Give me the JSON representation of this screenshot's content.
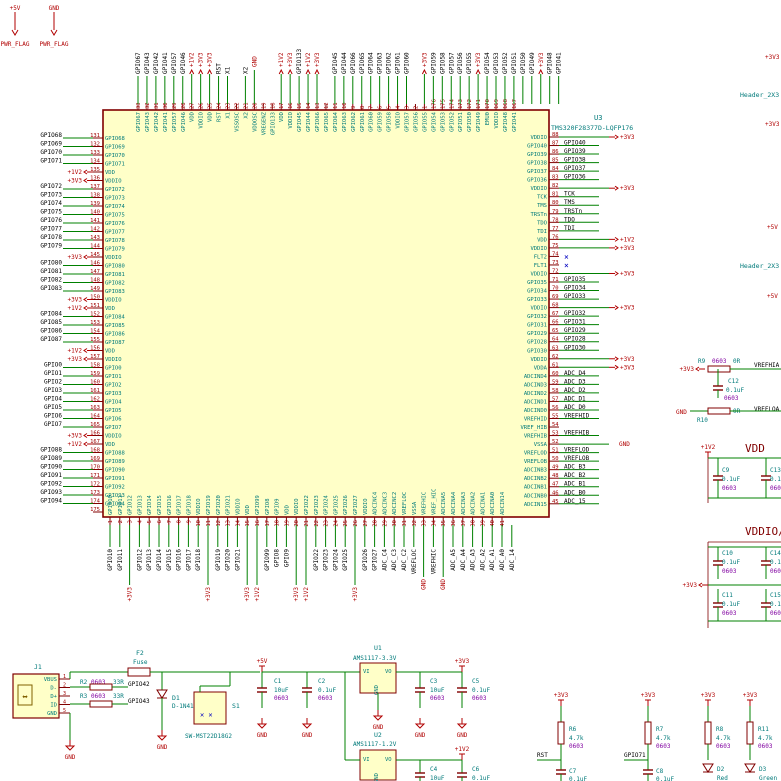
{
  "colors": {
    "wire": "#008000",
    "body_fill": "#ffffc8",
    "body_stroke": "#800000",
    "pin_num": "#a00000",
    "pin_name": "#007a7a",
    "net_label": "#000000",
    "power": "#b00000",
    "ref": "#007a7a",
    "value": "#007a7a",
    "footprint": "#8000a0"
  },
  "power_flags": [
    {
      "net": "+5V",
      "label": "PWR_FLAG"
    },
    {
      "net": "GND",
      "label": "PWR_FLAG"
    }
  ],
  "u3": {
    "ref": "U3",
    "value": "TMS320F28377D-LQFP176",
    "left_pins": [
      [
        "131",
        "GPIO68",
        "GPIO68"
      ],
      [
        "132",
        "GPIO69",
        "GPIO69"
      ],
      [
        "133",
        "GPIO70",
        "GPIO70"
      ],
      [
        "134",
        "GPIO71",
        "GPIO71"
      ],
      [
        "135",
        "VDD",
        "+1V2"
      ],
      [
        "136",
        "VDDIO",
        "+3V3"
      ],
      [
        "137",
        "GPIO72",
        "GPIO72"
      ],
      [
        "138",
        "GPIO73",
        "GPIO73"
      ],
      [
        "139",
        "GPIO74",
        "GPIO74"
      ],
      [
        "140",
        "GPIO75",
        "GPIO75"
      ],
      [
        "141",
        "GPIO76",
        "GPIO76"
      ],
      [
        "142",
        "GPIO77",
        "GPIO77"
      ],
      [
        "143",
        "GPIO78",
        "GPIO78"
      ],
      [
        "144",
        "GPIO79",
        "GPIO79"
      ],
      [
        "145",
        "VDDIO",
        "+3V3"
      ],
      [
        "146",
        "GPIO80",
        "GPIO80"
      ],
      [
        "147",
        "GPIO81",
        "GPIO81"
      ],
      [
        "148",
        "GPIO82",
        "GPIO82"
      ],
      [
        "149",
        "GPIO83",
        "GPIO83"
      ],
      [
        "150",
        "VDDIO",
        "+3V3"
      ],
      [
        "151",
        "VDD",
        "+1V2"
      ],
      [
        "152",
        "GPIO84",
        "GPIO84"
      ],
      [
        "153",
        "GPIO85",
        "GPIO85"
      ],
      [
        "154",
        "GPIO86",
        "GPIO86"
      ],
      [
        "155",
        "GPIO87",
        "GPIO87"
      ],
      [
        "156",
        "VDD",
        "+1V2"
      ],
      [
        "157",
        "VDDIO",
        "+3V3"
      ],
      [
        "158",
        "GPIO0",
        "GPIO0"
      ],
      [
        "159",
        "GPIO1",
        "GPIO1"
      ],
      [
        "160",
        "GPIO2",
        "GPIO2"
      ],
      [
        "161",
        "GPIO3",
        "GPIO3"
      ],
      [
        "162",
        "GPIO4",
        "GPIO4"
      ],
      [
        "163",
        "GPIO5",
        "GPIO5"
      ],
      [
        "164",
        "GPIO6",
        "GPIO6"
      ],
      [
        "165",
        "GPIO7",
        "GPIO7"
      ],
      [
        "166",
        "VDDIO",
        "+3V3"
      ],
      [
        "167",
        "VDD",
        "+1V2"
      ],
      [
        "168",
        "GPIO88",
        "GPIO88"
      ],
      [
        "169",
        "GPIO89",
        "GPIO89"
      ],
      [
        "170",
        "GPIO90",
        "GPIO90"
      ],
      [
        "171",
        "GPIO91",
        "GPIO91"
      ],
      [
        "172",
        "GPIO92",
        "GPIO92"
      ],
      [
        "173",
        "GPIO93",
        "GPIO93"
      ],
      [
        "174",
        "GPIO94",
        "GPIO94"
      ],
      [
        "175",
        "",
        ""
      ],
      [
        "176",
        "VSS",
        "GND"
      ]
    ],
    "top_pins": [
      [
        "33",
        "GPIO67"
      ],
      [
        "32",
        "GPIO43"
      ],
      [
        "31",
        "GPIO42"
      ],
      [
        "30",
        "GPIO41"
      ],
      [
        "29",
        "GPIO57"
      ],
      [
        "28",
        "GPIO46"
      ],
      [
        "27",
        "VDD"
      ],
      [
        "26",
        "VDDIO"
      ],
      [
        "25",
        "VDD"
      ],
      [
        "24",
        "RST"
      ],
      [
        "23",
        "X1"
      ],
      [
        "22",
        "VSSOSC"
      ],
      [
        "21",
        "X2"
      ],
      [
        "20",
        "VDDOSC"
      ],
      [
        "19",
        "VREGENZ"
      ],
      [
        "18",
        "GPIO133"
      ],
      [
        "17",
        "VDD"
      ],
      [
        "16",
        "VDDIO"
      ],
      [
        "15",
        "GPIO45"
      ],
      [
        "14",
        "GPIO44"
      ],
      [
        "13",
        "GPIO66"
      ],
      [
        "12",
        "GPIO65"
      ],
      [
        "11",
        "GPIO64"
      ],
      [
        "10",
        "GPIO63"
      ],
      [
        "9",
        "GPIO62"
      ],
      [
        "8",
        "GPIO61"
      ],
      [
        "7",
        "GPIO60"
      ],
      [
        "6",
        "GPIO59"
      ],
      [
        "5",
        "GPIO58"
      ],
      [
        "4",
        "VDDIO"
      ],
      [
        "3",
        "GPIO57"
      ],
      [
        "2",
        "GPIO56"
      ],
      [
        "1",
        "GPIO55"
      ],
      [
        "176",
        "GPIO54"
      ],
      [
        "175",
        "GPIO53"
      ],
      [
        "174",
        "GPIO52"
      ],
      [
        "173",
        "GPIO51"
      ],
      [
        "172",
        "GPIO50"
      ],
      [
        "171",
        "GPIO49"
      ],
      [
        "170",
        "EMU0"
      ],
      [
        "169",
        "VDDIO"
      ],
      [
        "168",
        "GPIO48"
      ],
      [
        "167",
        "GPIO41"
      ]
    ],
    "top_nets": [
      [
        "GPIO67",
        0
      ],
      [
        "GPIO43",
        1
      ],
      [
        "GPIO42",
        2
      ],
      [
        "GPIO41",
        3
      ],
      [
        "GPIO57",
        4
      ],
      [
        "GPIO46",
        5
      ],
      [
        "+1V2",
        6
      ],
      [
        "+3V3",
        7
      ],
      [
        "+3V3",
        8
      ],
      [
        "RST",
        9
      ],
      [
        "X1",
        10
      ],
      [
        "X2",
        12
      ],
      [
        "GND",
        13
      ],
      [
        "+1V2",
        16
      ],
      [
        "+3V3",
        17
      ],
      [
        "GPIO133",
        18
      ],
      [
        "+1V2",
        19
      ],
      [
        "+3V3",
        20
      ],
      [
        "GPIO45",
        22
      ],
      [
        "GPIO44",
        23
      ],
      [
        "GPIO66",
        24
      ],
      [
        "GPIO65",
        25
      ],
      [
        "GPIO64",
        26
      ],
      [
        "GPIO63",
        27
      ],
      [
        "GPIO62",
        28
      ],
      [
        "GPIO61",
        29
      ],
      [
        "GPIO60",
        30
      ],
      [
        "+3V3",
        32
      ],
      [
        "GPIO59",
        33
      ],
      [
        "GPIO58",
        34
      ],
      [
        "GPIO57",
        35
      ],
      [
        "GPIO56",
        36
      ],
      [
        "GPIO55",
        37
      ],
      [
        "+3V3",
        38
      ],
      [
        "GPIO54",
        39
      ],
      [
        "GPIO53",
        40
      ],
      [
        "GPIO52",
        41
      ],
      [
        "GPIO51",
        42
      ],
      [
        "GPIO50",
        43
      ],
      [
        "GPIO49",
        44
      ],
      [
        "+3V3",
        45
      ],
      [
        "GPIO48",
        46
      ],
      [
        "GPIO41",
        47
      ]
    ],
    "right_pins": [
      [
        "88",
        "VDDIO",
        "+3V3"
      ],
      [
        "87",
        "GPIO40",
        "GPIO40"
      ],
      [
        "86",
        "GPIO39",
        "GPIO39"
      ],
      [
        "85",
        "GPIO38",
        "GPIO38"
      ],
      [
        "84",
        "GPIO37",
        "GPIO37"
      ],
      [
        "83",
        "GPIO36",
        "GPIO36"
      ],
      [
        "82",
        "VDDIO",
        "+3V3"
      ],
      [
        "81",
        "TCK",
        "TCK"
      ],
      [
        "80",
        "TMS",
        "TMS"
      ],
      [
        "79",
        "TRSTn",
        "TRSTn"
      ],
      [
        "78",
        "TDO",
        "TDO"
      ],
      [
        "77",
        "TDI",
        "TDI"
      ],
      [
        "76",
        "VDD",
        "+1V2"
      ],
      [
        "75",
        "VDDIO",
        "+3V3"
      ],
      [
        "74",
        "FLT2",
        ""
      ],
      [
        "73",
        "FLT1",
        ""
      ],
      [
        "72",
        "VDDIO",
        "+3V3"
      ],
      [
        "71",
        "GPIO35",
        "GPIO35"
      ],
      [
        "70",
        "GPIO34",
        "GPIO34"
      ],
      [
        "69",
        "GPIO33",
        "GPIO33"
      ],
      [
        "68",
        "VDDIO",
        "+3V3"
      ],
      [
        "67",
        "GPIO32",
        "GPIO32"
      ],
      [
        "66",
        "GPIO31",
        "GPIO31"
      ],
      [
        "65",
        "GPIO29",
        "GPIO29"
      ],
      [
        "64",
        "GPIO28",
        "GPIO28"
      ],
      [
        "63",
        "GPIO30",
        "GPIO30"
      ],
      [
        "62",
        "VDDIO",
        "+3V3"
      ],
      [
        "61",
        "VDDA",
        "+3V3"
      ],
      [
        "60",
        "ADCIND4",
        "ADC_D4"
      ],
      [
        "59",
        "ADCIND3",
        "ADC_D3"
      ],
      [
        "58",
        "ADCIND2",
        "ADC_D2"
      ],
      [
        "57",
        "ADCIND1",
        "ADC_D1"
      ],
      [
        "56",
        "ADCIND0",
        "ADC_D0"
      ],
      [
        "55",
        "VREFHID",
        "VREFHID"
      ],
      [
        "54",
        "VREF_HIB",
        ""
      ],
      [
        "53",
        "VREFHIB",
        "VREFHIB"
      ],
      [
        "52",
        "VSSA",
        "GND"
      ],
      [
        "51",
        "VREFLOD",
        "VREFLOD"
      ],
      [
        "50",
        "VREFLOB",
        "VREFLOB"
      ],
      [
        "49",
        "ADCINB3",
        "ADC_B3"
      ],
      [
        "48",
        "ADCINB2",
        "ADC_B2"
      ],
      [
        "47",
        "ADCINB1",
        "ADC_B1"
      ],
      [
        "46",
        "ADCINB0",
        "ADC_B0"
      ],
      [
        "45",
        "ADCIN15",
        "ADC_15"
      ]
    ],
    "bottom_pins": [
      [
        "1",
        "GPIO10"
      ],
      [
        "2",
        "GPIO11"
      ],
      [
        "3",
        "GPIO12"
      ],
      [
        "4",
        "GPIO13"
      ],
      [
        "5",
        "GPIO14"
      ],
      [
        "6",
        "GPIO15"
      ],
      [
        "7",
        "GPIO16"
      ],
      [
        "8",
        "GPIO17"
      ],
      [
        "9",
        "GPIO18"
      ],
      [
        "10",
        "VDDIO"
      ],
      [
        "11",
        "GPIO19"
      ],
      [
        "12",
        "GPIO20"
      ],
      [
        "13",
        "GPIO21"
      ],
      [
        "14",
        "VDDIO"
      ],
      [
        "15",
        "VDD"
      ],
      [
        "16",
        "GPIO99"
      ],
      [
        "17",
        "GPIO8"
      ],
      [
        "18",
        "GPIO9"
      ],
      [
        "19",
        "VDD"
      ],
      [
        "20",
        "VDDIO"
      ],
      [
        "21",
        "GPIO22"
      ],
      [
        "22",
        "GPIO23"
      ],
      [
        "23",
        "GPIO24"
      ],
      [
        "24",
        "GPIO25"
      ],
      [
        "25",
        "GPIO26"
      ],
      [
        "26",
        "GPIO27"
      ],
      [
        "27",
        "VDDIO"
      ],
      [
        "28",
        "ADCINC4"
      ],
      [
        "29",
        "ADCINC3"
      ],
      [
        "30",
        "ADCINC2"
      ],
      [
        "31",
        "VREFLOC"
      ],
      [
        "32",
        "VSSA"
      ],
      [
        "33",
        "VREFHIC"
      ],
      [
        "34",
        "VREF_HIC"
      ],
      [
        "35",
        "ADCINA5"
      ],
      [
        "36",
        "ADCINA4"
      ],
      [
        "37",
        "ADCINA3"
      ],
      [
        "38",
        "ADCINA2"
      ],
      [
        "39",
        "ADCINA1"
      ],
      [
        "40",
        "ADCINA0"
      ],
      [
        "41",
        "ADCIN14"
      ]
    ],
    "bottom_nets": [
      [
        "GPIO10",
        0
      ],
      [
        "GPIO11",
        1
      ],
      [
        "+3V3",
        2
      ],
      [
        "GPIO12",
        3
      ],
      [
        "GPIO13",
        4
      ],
      [
        "GPIO14",
        5
      ],
      [
        "GPIO15",
        6
      ],
      [
        "GPIO16",
        7
      ],
      [
        "GPIO17",
        8
      ],
      [
        "GPIO18",
        9
      ],
      [
        "+3V3",
        10
      ],
      [
        "GPIO19",
        11
      ],
      [
        "GPIO20",
        12
      ],
      [
        "GPIO21",
        13
      ],
      [
        "+3V3",
        14
      ],
      [
        "+1V2",
        15
      ],
      [
        "GPIO99",
        16
      ],
      [
        "GPIO8",
        17
      ],
      [
        "GPIO9",
        18
      ],
      [
        "+3V3",
        19
      ],
      [
        "+1V2",
        20
      ],
      [
        "GPIO22",
        21
      ],
      [
        "GPIO23",
        22
      ],
      [
        "GPIO24",
        23
      ],
      [
        "GPIO25",
        24
      ],
      [
        "+3V3",
        25
      ],
      [
        "GPIO26",
        26
      ],
      [
        "GPIO27",
        27
      ],
      [
        "ADC_C4",
        28
      ],
      [
        "ADC_C3",
        29
      ],
      [
        "ADC_C2",
        30
      ],
      [
        "VREFLOC",
        31
      ],
      [
        "GND",
        32
      ],
      [
        "VREFHIC",
        33
      ],
      [
        "GND",
        34
      ],
      [
        "ADC_A5",
        35
      ],
      [
        "ADC_A4",
        36
      ],
      [
        "ADC_A3",
        37
      ],
      [
        "ADC_A2",
        38
      ],
      [
        "ADC_A1",
        39
      ],
      [
        "ADC_A0",
        40
      ],
      [
        "ADC_14",
        41
      ]
    ]
  },
  "right_side": {
    "headers": [
      {
        "label": "Header_2X3",
        "net_top": "+3V3"
      },
      {
        "label": "+3V3",
        "net_top": ""
      },
      {
        "label": "+5V",
        "net_top": ""
      },
      {
        "label": "Header_2X3",
        "net_top": ""
      },
      {
        "label": "+5V",
        "net_top": ""
      }
    ],
    "vref": {
      "r9": {
        "ref": "R9",
        "fp": "0603",
        "value": "0R",
        "net": "VREFHIA",
        "pwr": "+3V3"
      },
      "c12": {
        "ref": "C12",
        "value": "0.1uF",
        "fp": "0603"
      },
      "r10": {
        "ref": "R10",
        "fp": "0603",
        "value": "0R",
        "net": "VREFLOA",
        "pwr": "GND"
      }
    },
    "vdd_group": {
      "title": "VDD",
      "net": "+1V2",
      "caps": [
        {
          "ref": "C9",
          "value": "0.1uF",
          "fp": "0603"
        },
        {
          "ref": "C13",
          "value": "0.1uF",
          "fp": "0603"
        }
      ]
    },
    "vddio_group": {
      "title": "VDDIO/",
      "net": "+3V3",
      "caps": [
        {
          "ref": "C10",
          "value": "0.1uF",
          "fp": "0603"
        },
        {
          "ref": "C14",
          "value": "0.1uF",
          "fp": "0603"
        },
        {
          "ref": "C11",
          "value": "0.1uF",
          "fp": "0603"
        },
        {
          "ref": "C15",
          "value": "0.1uF",
          "fp": "0603"
        }
      ]
    }
  },
  "power_section": {
    "j1": {
      "ref": "J1",
      "pins": [
        "VBUS",
        "D-",
        "D+",
        "ID",
        "GND"
      ],
      "pin_nums": [
        "1",
        "2",
        "3",
        "4",
        "5"
      ]
    },
    "r2": {
      "ref": "R2",
      "fp": "0603",
      "value": "33R",
      "net": "GPIO42"
    },
    "r3": {
      "ref": "R3",
      "fp": "0603",
      "value": "33R",
      "net": "GPIO43"
    },
    "f2": {
      "ref": "F2",
      "value": "Fuse"
    },
    "d1": {
      "ref": "D1",
      "value": "D-1N4148"
    },
    "s1": {
      "ref": "S1",
      "value": "SW-MST22D18G2"
    },
    "c1": {
      "ref": "C1",
      "value": "10uF",
      "fp": "0603"
    },
    "c2": {
      "ref": "C2",
      "value": "0.1uF",
      "fp": "0603"
    },
    "u1": {
      "ref": "U1",
      "value": "AMS1117-3.3V",
      "vi": "VI",
      "vo": "VO",
      "gnd": "GND"
    },
    "c3": {
      "ref": "C3",
      "value": "10uF",
      "fp": "0603"
    },
    "c5": {
      "ref": "C5",
      "value": "0.1uF",
      "fp": "0603"
    },
    "u2": {
      "ref": "U2",
      "value": "AMS1117-1.2V",
      "vi": "VI",
      "vo": "VO",
      "gnd": "GND"
    },
    "c4": {
      "ref": "C4",
      "value": "10uF"
    },
    "c6": {
      "ref": "C6",
      "value": "0.1uF"
    },
    "nets": {
      "p5v": "+5V",
      "p3v3": "+3V3",
      "p1v2": "+1V2",
      "gnd": "GND"
    }
  },
  "reset_section": {
    "r6": {
      "ref": "R6",
      "value": "4.7k",
      "fp": "0603",
      "net": "RST"
    },
    "c7": {
      "ref": "C7",
      "value": "0.1uF"
    },
    "r7": {
      "ref": "R7",
      "value": "4.7k",
      "fp": "0603",
      "net": "GPIO71"
    },
    "c8": {
      "ref": "C8",
      "value": "0.1uF"
    },
    "r8": {
      "ref": "R8",
      "value": "4.7k",
      "fp": "0603"
    },
    "d2": {
      "ref": "D2",
      "value": "Red"
    },
    "r11": {
      "ref": "R11",
      "value": "4.7k",
      "fp": "0603"
    },
    "d3": {
      "ref": "D3",
      "value": "Green"
    },
    "pwr": "+3V3"
  }
}
